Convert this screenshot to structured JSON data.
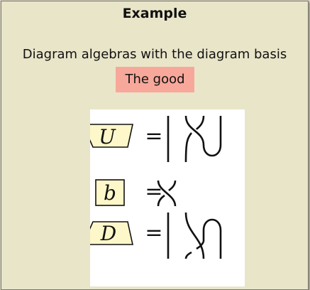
{
  "panel": {
    "title": "Example",
    "subtitle": "Diagram algebras with the diagram basis",
    "highlight": "The good"
  },
  "figure": {
    "rows": [
      {
        "box_label": "U",
        "equals": "="
      },
      {
        "box_label": "b",
        "equals": "="
      },
      {
        "box_label": "D",
        "equals": "="
      }
    ]
  },
  "colors": {
    "panel_bg": "#e9e5c9",
    "highlight_bg": "#f7a89a",
    "box_fill": "#fef7c9"
  }
}
